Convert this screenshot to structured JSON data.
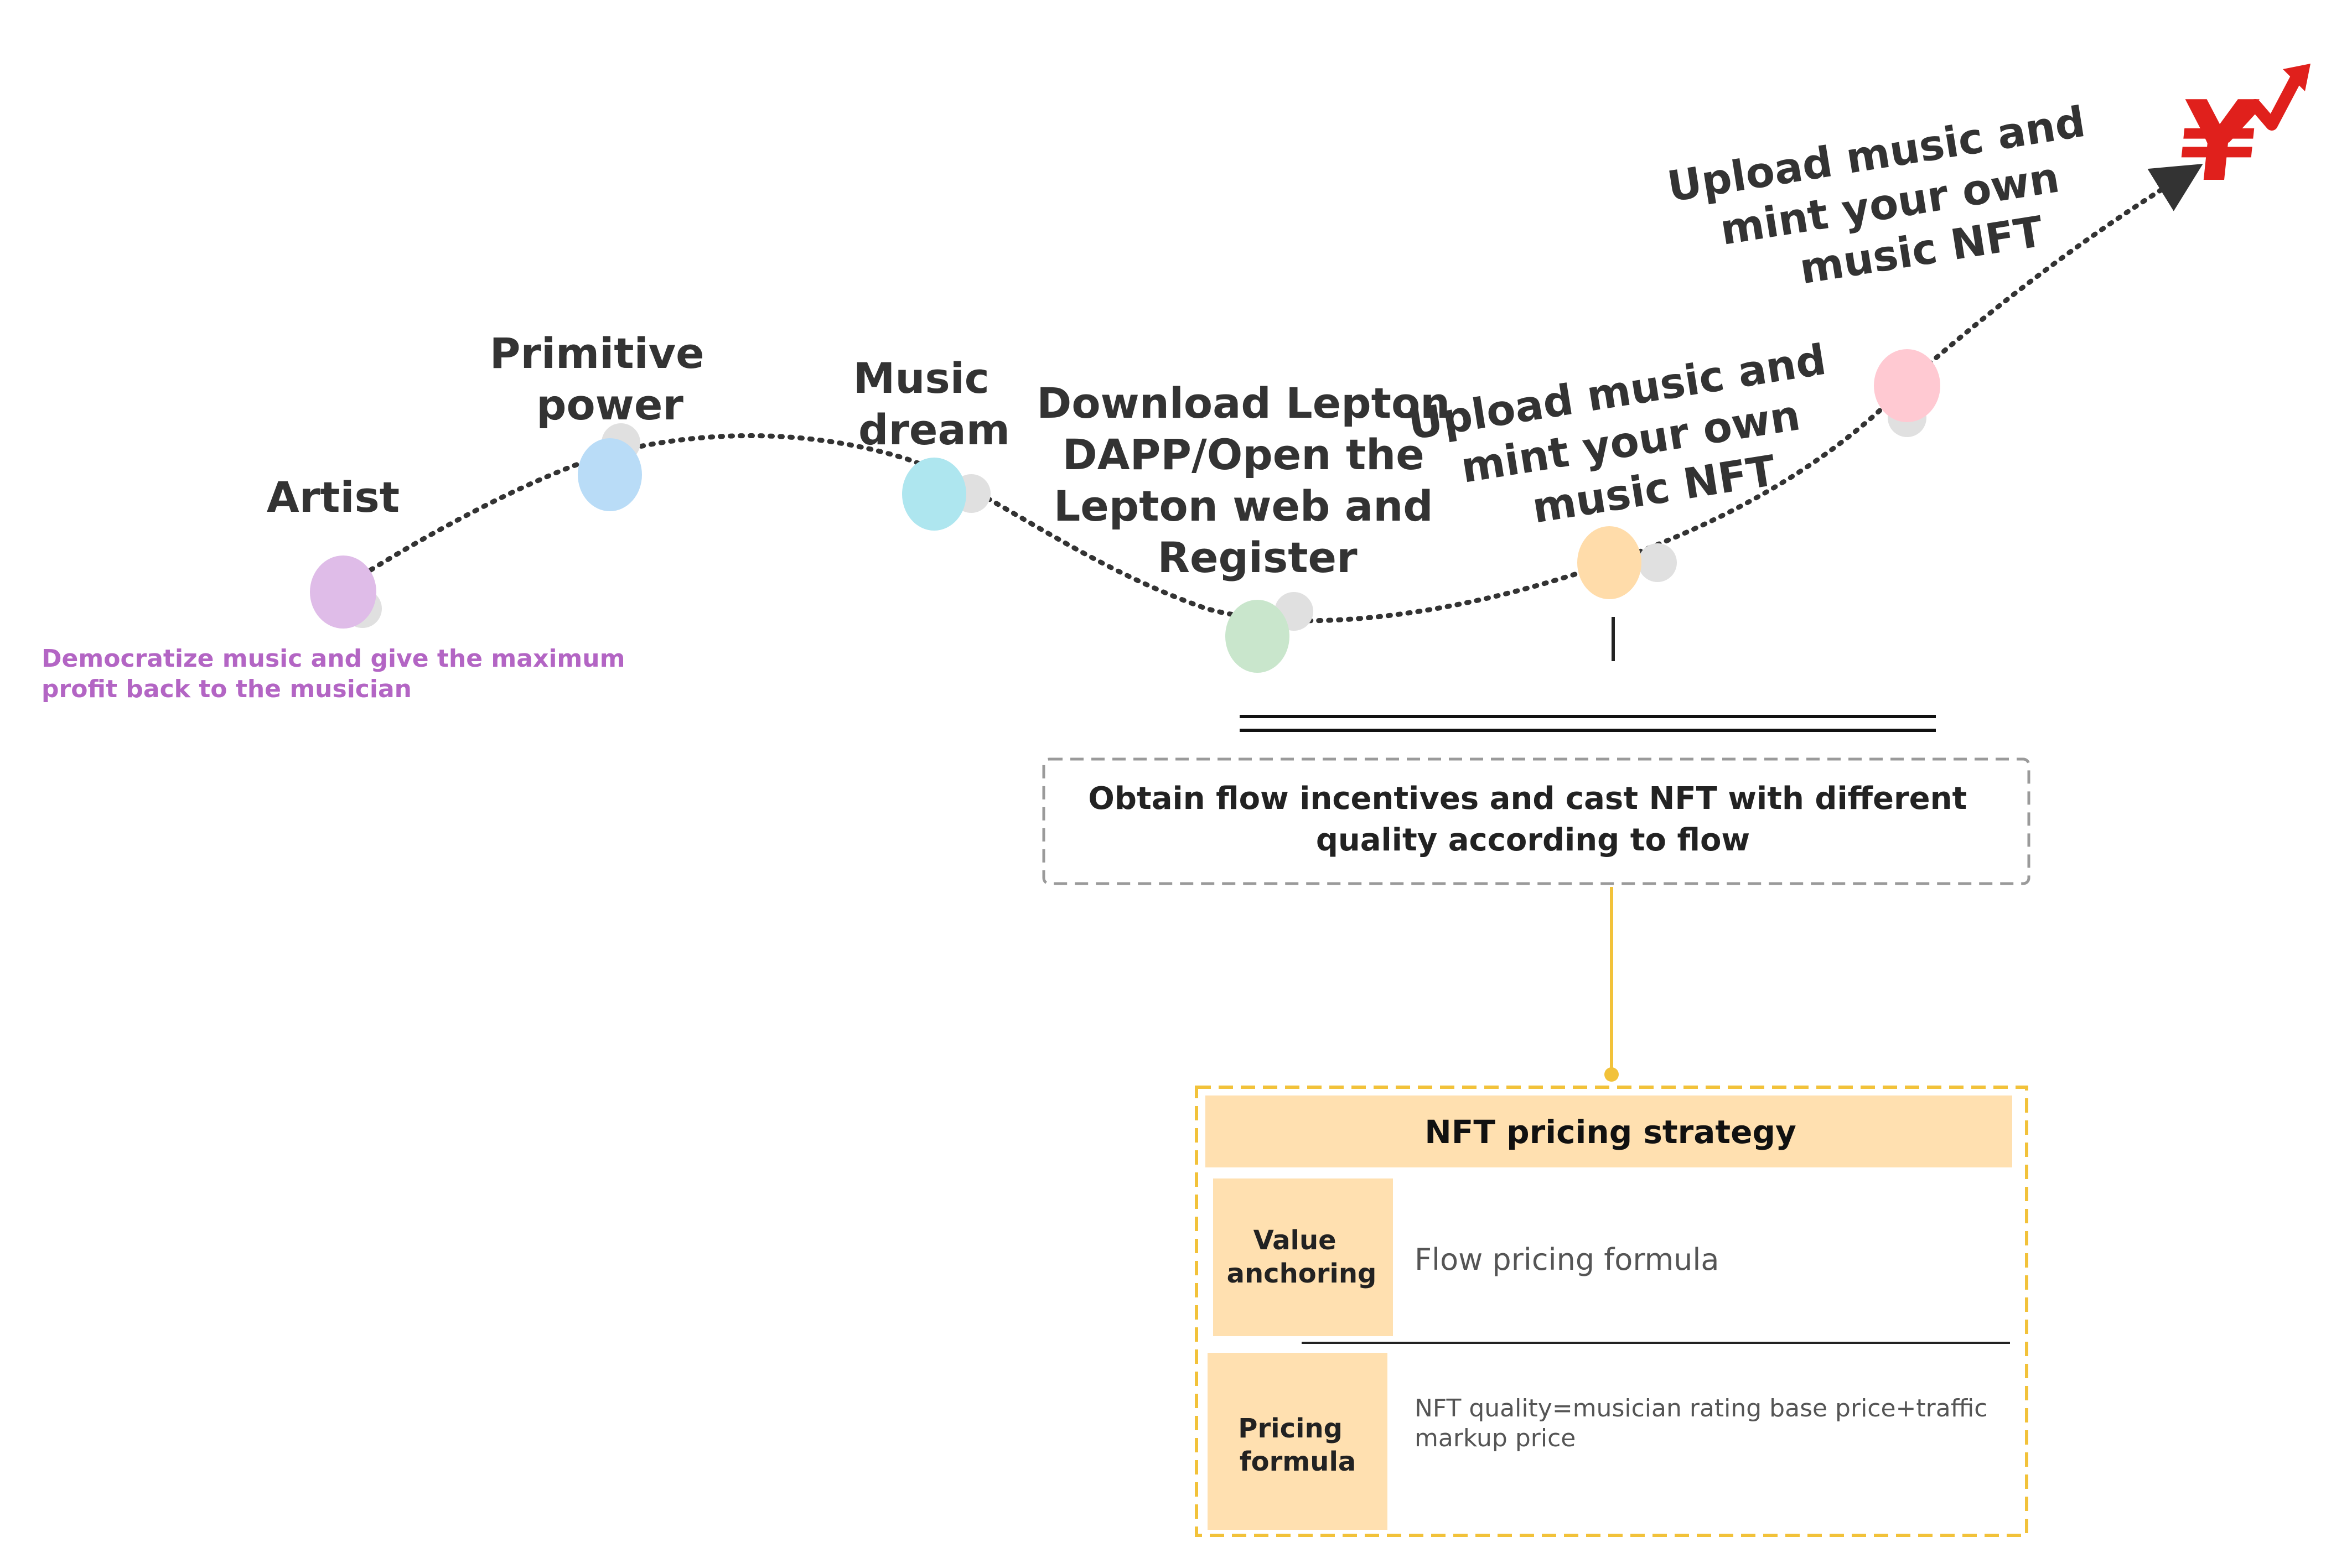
{
  "steps": [
    {
      "lines": [
        "Artist"
      ],
      "color": "#dfbce8"
    },
    {
      "lines": [
        "Primitive",
        "power"
      ],
      "color": "#b9dcf7"
    },
    {
      "lines": [
        "Music",
        "dream"
      ],
      "color": "#aee6ef"
    },
    {
      "lines": [
        "Download Lepton",
        "DAPP/Open the",
        "Lepton web and",
        "Register"
      ],
      "color": "#c9e6cc"
    },
    {
      "lines": [
        "Upload music and",
        "mint your own",
        "music NFT"
      ],
      "color": "#ffdcaa"
    },
    {
      "lines": [
        "Upload music and",
        "mint your own",
        "music NFT"
      ],
      "color": "#ffc9d2"
    }
  ],
  "tagline": {
    "lines": [
      "Democratize music and give the maximum",
      "profit back to the musician"
    ],
    "color": "#b365c4"
  },
  "incentive_box": {
    "lines": [
      "Obtain flow incentives and cast NFT with different",
      "quality according to flow"
    ]
  },
  "pricing_table": {
    "title": "NFT pricing strategy",
    "rows": [
      {
        "head_lines": [
          "Value",
          "anchoring"
        ],
        "value_lines": [
          "Flow pricing formula"
        ]
      },
      {
        "head_lines": [
          "Pricing",
          "formula"
        ],
        "value_lines": [
          "NFT quality=musician rating base price+traffic",
          "markup price"
        ]
      }
    ],
    "header_color": "#ffe0b0",
    "border_color": "#f2c23a"
  },
  "colors": {
    "text": "#333333",
    "path": "#333333",
    "connector": "#f2c23a",
    "dashed_border": "#9a9a9a",
    "yen_icon": "#e0201c"
  },
  "icons": {
    "goal": "yen-growth-icon"
  }
}
